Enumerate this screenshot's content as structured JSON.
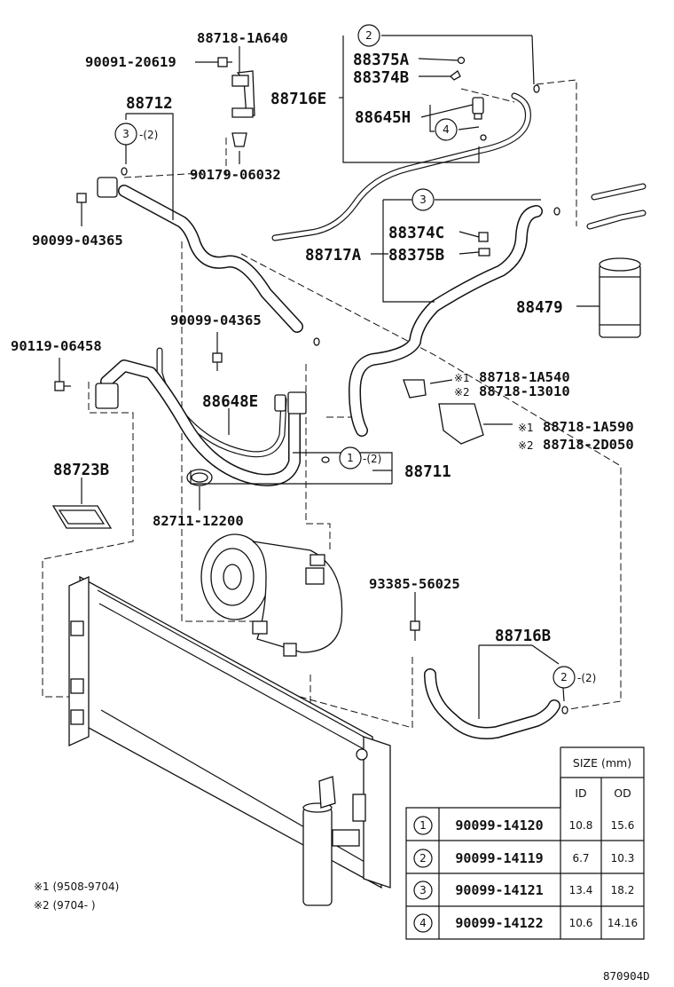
{
  "labels": {
    "p88718_1A640": "88718-1A640",
    "p90091_20619": "90091-20619",
    "p88375A": "88375A",
    "p88374B": "88374B",
    "p88716E": "88716E",
    "p88645H": "88645H",
    "p88712": "88712",
    "p90179_06032": "90179-06032",
    "p90099_04365_a": "90099-04365",
    "p88374C": "88374C",
    "p88717A": "88717A",
    "p88375B": "88375B",
    "p88479": "88479",
    "p90099_04365_b": "90099-04365",
    "p90119_06458": "90119-06458",
    "p88718_1A540": "88718-1A540",
    "p88718_13010": "88718-13010",
    "p88648E": "88648E",
    "p88718_1A590": "88718-1A590",
    "p88718_2D050": "88718-2D050",
    "p88723B": "88723B",
    "p88711": "88711",
    "p82711_12200": "82711-12200",
    "p93385_56025": "93385-56025",
    "p88716B": "88716B"
  },
  "marks": {
    "note1": "※1",
    "note2": "※2"
  },
  "callouts": {
    "c2_top": "2",
    "c3_left": "3",
    "c3_left_qty": "-(2)",
    "c4": "4",
    "c3_mid": "3",
    "c1": "1",
    "c1_qty": "-(2)",
    "c2_right": "2",
    "c2_right_qty": "-(2)"
  },
  "table": {
    "header_size": "SIZE (mm)",
    "header_id": "ID",
    "header_od": "OD",
    "rows": [
      {
        "ref": "1",
        "part": "90099-14120",
        "id": "10.8",
        "od": "15.6"
      },
      {
        "ref": "2",
        "part": "90099-14119",
        "id": "6.7",
        "od": "10.3"
      },
      {
        "ref": "3",
        "part": "90099-14121",
        "id": "13.4",
        "od": "18.2"
      },
      {
        "ref": "4",
        "part": "90099-14122",
        "id": "10.6",
        "od": "14.16"
      }
    ]
  },
  "footnotes": {
    "n1": "※1 (9508-9704)",
    "n2": "※2 (9704-       )"
  },
  "figure_id": "870904D"
}
